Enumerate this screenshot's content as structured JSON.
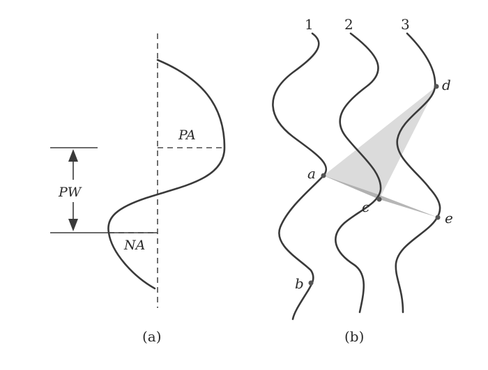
{
  "panel_a": {
    "caption": "(a)",
    "labels": {
      "pa": "PA",
      "pw": "PW",
      "na": "NA"
    }
  },
  "panel_b": {
    "caption": "(b)",
    "trace_labels": [
      "1",
      "2",
      "3"
    ],
    "point_labels": {
      "a": "a",
      "b": "b",
      "c": "c",
      "d": "d",
      "e": "e"
    }
  }
}
